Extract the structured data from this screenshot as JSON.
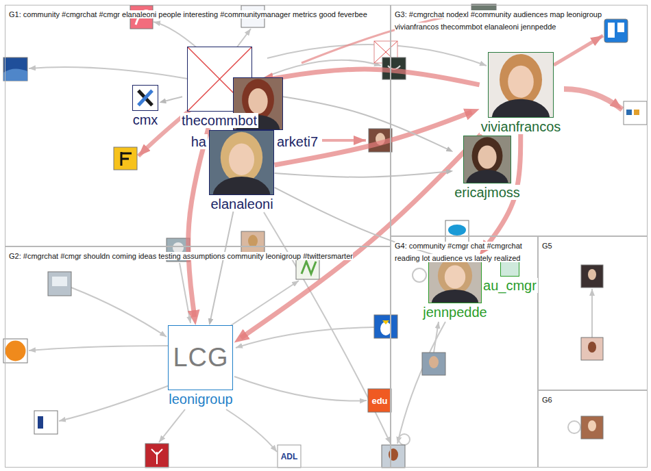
{
  "diagram": {
    "nodes": [
      {
        "text": [
          "G1: community #cmgrchat #cmgr elanaleoni people interesting #communitymanager metrics good feverbee"
        ]
      },
      {
        "text": [
          "cmx"
        ],
        "in": 0
      },
      {
        "text": [
          "thecommbot"
        ],
        "in": 0
      },
      {
        "text": [
          "ha",
          "arketi7"
        ],
        "in": 0
      },
      {
        "text": [
          "elanaleoni"
        ],
        "in": 0
      },
      {
        "text": [
          "G3: #cmgrchat nodexl #community audiences map leonigroup vivianfrancos thecommbot elanaleoni jennpedde"
        ]
      },
      {
        "text": [
          "vivianfrancos"
        ],
        "in": 5
      },
      {
        "text": [
          "ericajmoss"
        ],
        "in": 5
      },
      {
        "text": [
          "G2: #cmgrchat #cmgr shouldn coming ideas testing assumptions community leonigroup #twittersmarter"
        ]
      },
      {
        "text": [
          "LCG",
          "leonigroup"
        ],
        "in": 8
      },
      {
        "text": [
          "G4: community #cmgr chat #cmgrchat reading lot audience vs lately realized"
        ]
      },
      {
        "text": [
          "au_cmgr"
        ],
        "in": 10
      },
      {
        "text": [
          "jennpedde"
        ],
        "in": 10
      },
      {
        "text": [
          "G5"
        ]
      },
      {
        "text": [
          "G6"
        ]
      }
    ],
    "edges": [
      {
        "from": 2,
        "to": 9,
        "arrow": "to"
      },
      {
        "from": 4,
        "to": 9,
        "arrow": "to"
      },
      {
        "from": 6,
        "to": 9,
        "arrow": "to"
      },
      {
        "from": 6,
        "to": 2,
        "arrow": "to"
      },
      {
        "from": 4,
        "to": 6,
        "arrow": "to"
      },
      {
        "from": 6,
        "to": 12,
        "arrow": "to"
      },
      {
        "from": 4,
        "to": 7,
        "arrow": "to"
      },
      {
        "from": 2,
        "to": 1,
        "arrow": "to"
      },
      {
        "from": 4,
        "to": 11,
        "arrow": "to"
      },
      {
        "from": 2,
        "to": 7,
        "arrow": "to"
      }
    ],
    "labels": [
      "edu",
      "ADL"
    ]
  }
}
